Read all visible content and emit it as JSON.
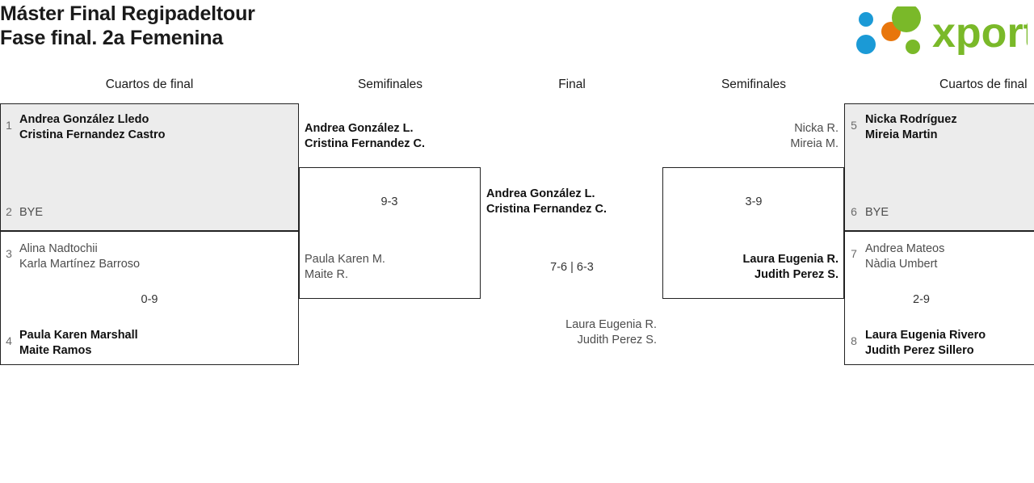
{
  "header": {
    "title": "Máster Final Regipadeltour\nFase final. 2a Femenina",
    "logo": {
      "name": "xporty",
      "wordmark": "xporty",
      "colors": {
        "green": "#7ab929",
        "blue": "#1b9ad6",
        "orange": "#e8760c"
      }
    }
  },
  "rounds": [
    {
      "label": "Cuartos de final"
    },
    {
      "label": "Semifinales"
    },
    {
      "label": "Final"
    },
    {
      "label": "Semifinales"
    },
    {
      "label": "Cuartos de final"
    }
  ],
  "matches": {
    "qf1": {
      "score": "",
      "top": {
        "seed": "1",
        "names": "Andrea González Lledo\nCristina Fernandez Castro",
        "result": "win"
      },
      "bottom": {
        "seed": "2",
        "names": "BYE",
        "result": "lose"
      }
    },
    "qf2": {
      "score": "0-9",
      "top": {
        "seed": "3",
        "names": "Alina Nadtochii\nKarla Martínez Barroso",
        "result": "lose"
      },
      "bottom": {
        "seed": "4",
        "names": "Paula Karen Marshall\nMaite Ramos",
        "result": "win"
      }
    },
    "sf1": {
      "score": "9-3",
      "top": {
        "names": "Andrea González L.\nCristina Fernandez C.",
        "result": "win"
      },
      "bottom": {
        "names": "Paula Karen M.\nMaite R.",
        "result": "lose"
      }
    },
    "final": {
      "score": "7-6 | 6-3",
      "top": {
        "names": "Andrea González L.\nCristina Fernandez C.",
        "result": "win"
      },
      "bottom": {
        "names": "Laura Eugenia R.\nJudith Perez S.",
        "result": "lose"
      }
    },
    "sf2": {
      "score": "3-9",
      "top": {
        "names": "Nicka R.\nMireia M.",
        "result": "lose"
      },
      "bottom": {
        "names": "Laura Eugenia R.\nJudith Perez S.",
        "result": "win"
      }
    },
    "qf3": {
      "score": "",
      "top": {
        "seed": "5",
        "names": "Nicka Rodríguez\nMireia Martin",
        "result": "win"
      },
      "bottom": {
        "seed": "6",
        "names": "BYE",
        "result": "lose"
      }
    },
    "qf4": {
      "score": "2-9",
      "top": {
        "seed": "7",
        "names": "Andrea Mateos\nNàdia Umbert",
        "result": "lose"
      },
      "bottom": {
        "seed": "8",
        "names": "Laura Eugenia Rivero\nJudith Perez Sillero",
        "result": "win"
      }
    }
  }
}
